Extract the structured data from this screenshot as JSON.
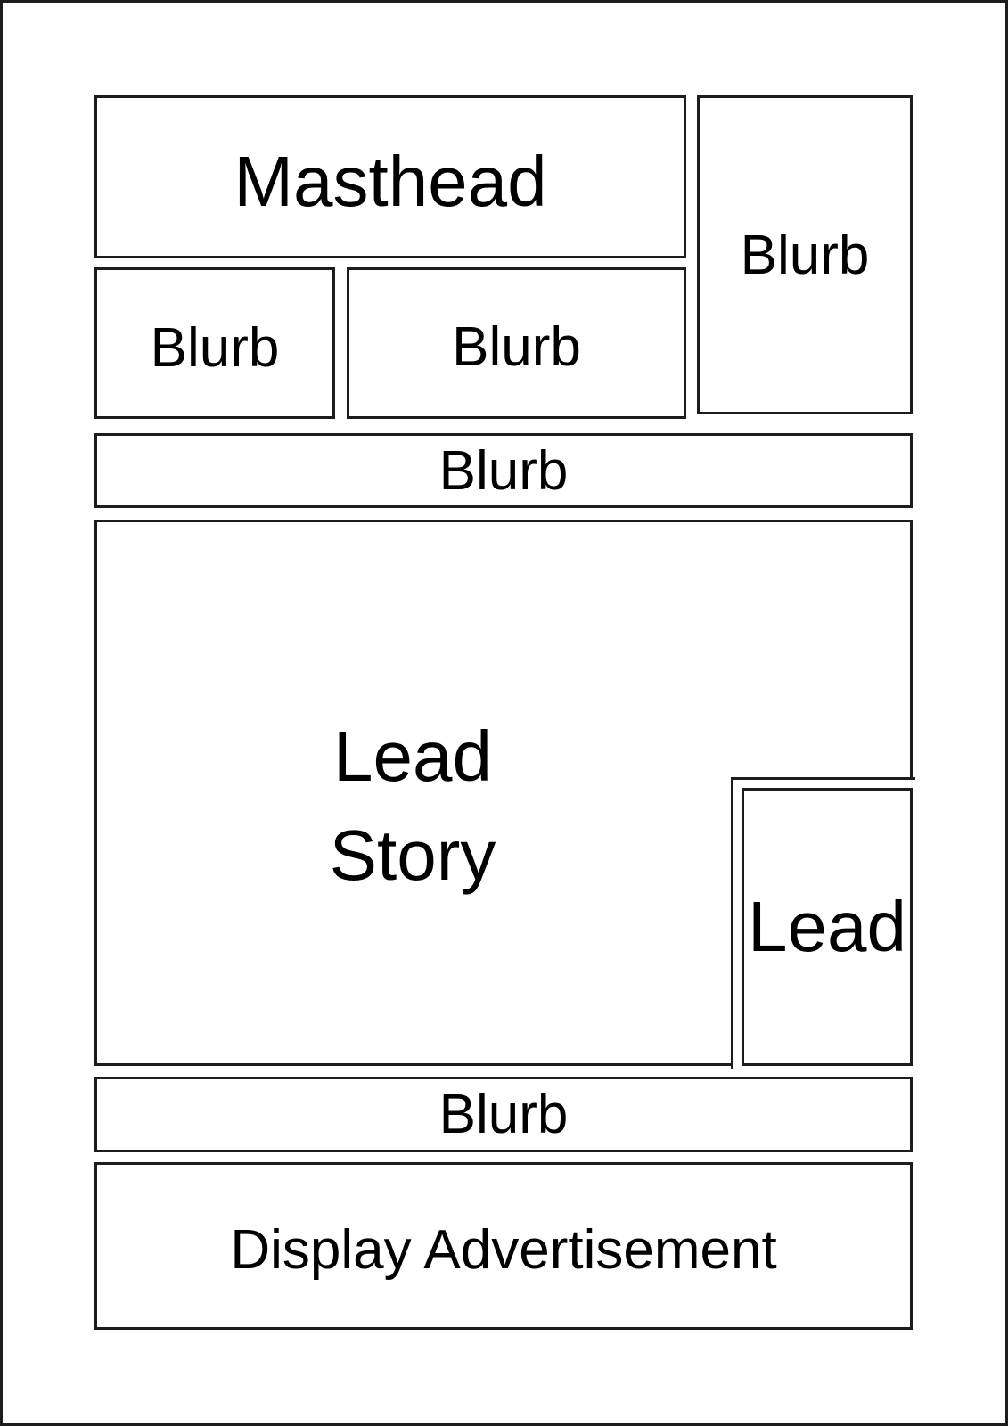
{
  "page": {
    "background": "#ffffff",
    "line_color": "#1d1d1d",
    "text_color": "#000000"
  },
  "boxes": {
    "masthead": {
      "label": "Masthead"
    },
    "blurb_top_right": {
      "label": "Blurb"
    },
    "blurb_left": {
      "label": "Blurb"
    },
    "blurb_center": {
      "label": "Blurb"
    },
    "blurb_bar_top": {
      "label": "Blurb"
    },
    "lead_story": {
      "lines": [
        "Lead",
        "Story"
      ]
    },
    "lead": {
      "label": "Lead"
    },
    "blurb_bar_bottom": {
      "label": "Blurb"
    },
    "display_ad": {
      "label": "Display Advertisement"
    }
  }
}
